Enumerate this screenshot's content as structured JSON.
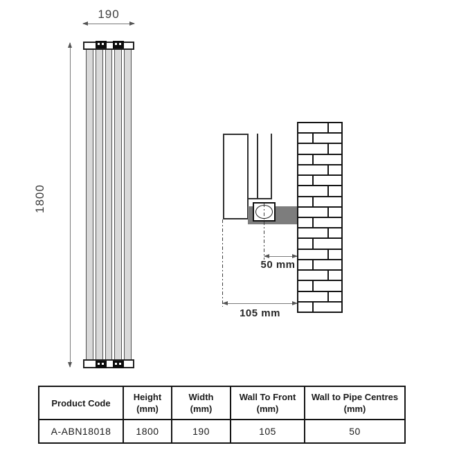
{
  "front_view": {
    "width_label": "190",
    "height_label": "1800",
    "panel_count": 5
  },
  "side_view": {
    "pipe_centres_label": "50 mm",
    "wall_to_front_label": "105 mm",
    "brick_rows": 18
  },
  "table": {
    "headers": [
      {
        "line1": "Product Code",
        "line2": ""
      },
      {
        "line1": "Height",
        "line2": "(mm)"
      },
      {
        "line1": "Width",
        "line2": "(mm)"
      },
      {
        "line1": "Wall To Front",
        "line2": "(mm)"
      },
      {
        "line1": "Wall to Pipe Centres",
        "line2": "(mm)"
      }
    ],
    "row": [
      "A-ABN18018",
      "1800",
      "190",
      "105",
      "50"
    ]
  },
  "colors": {
    "line_dark": "#2e2e2e",
    "dim_line": "#7a7a7a",
    "panel_fill": "#d9d9d9",
    "bracket_black": "#0d0d0d",
    "wall_bracket_gray": "#7d7d7d",
    "table_border": "#141414"
  }
}
